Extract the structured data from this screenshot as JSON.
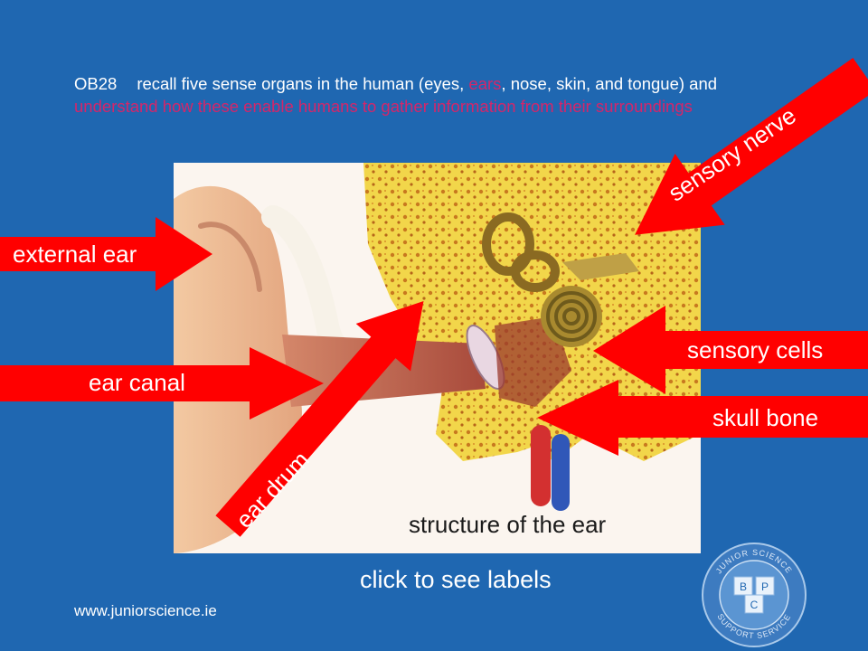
{
  "objective": {
    "code": "OB28",
    "part1": "recall five sense organs in the human (eyes, ",
    "ears": "ears",
    "part2": ", nose, skin, and tongue) and ",
    "highlight": "understand how these enable humans to gather information from their surroundings"
  },
  "diagram": {
    "caption": "structure of the ear"
  },
  "labels": {
    "external_ear": "external ear",
    "ear_canal": "ear canal",
    "ear_drum": "ear drum",
    "sensory_nerve": "sensory nerve",
    "sensory_cells": "sensory cells",
    "skull_bone": "skull bone"
  },
  "click_hint": "click to see labels",
  "website": "www.juniorscience.ie",
  "logo": {
    "ring_top": "JUNIOR SCIENCE",
    "ring_bottom": "SUPPORT SERVICE",
    "letters": [
      "B",
      "P",
      "C"
    ]
  },
  "colors": {
    "background": "#1f67b1",
    "arrow": "#ff0000",
    "highlight": "#d4266a"
  }
}
